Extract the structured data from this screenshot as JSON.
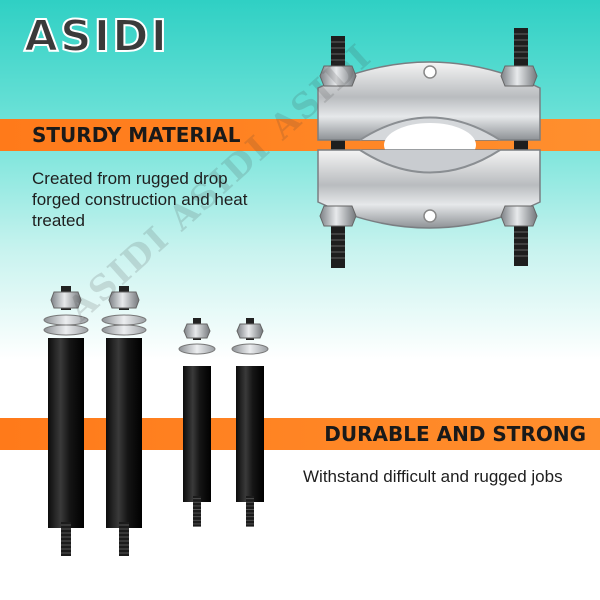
{
  "brand": {
    "logo_text": "ASIDI"
  },
  "watermark": {
    "text": "ASIDI ASIDI ASIDI"
  },
  "feature_1": {
    "title": "STURDY MATERIAL",
    "description": "Created from rugged drop forged construction and heat treated"
  },
  "feature_2": {
    "title": "DURABLE AND STRONG",
    "description": "Withstand difficult and rugged jobs"
  },
  "colors": {
    "accent": "#ff7f1f",
    "teal": "#2fd0c4",
    "text": "#1e1e1e"
  }
}
